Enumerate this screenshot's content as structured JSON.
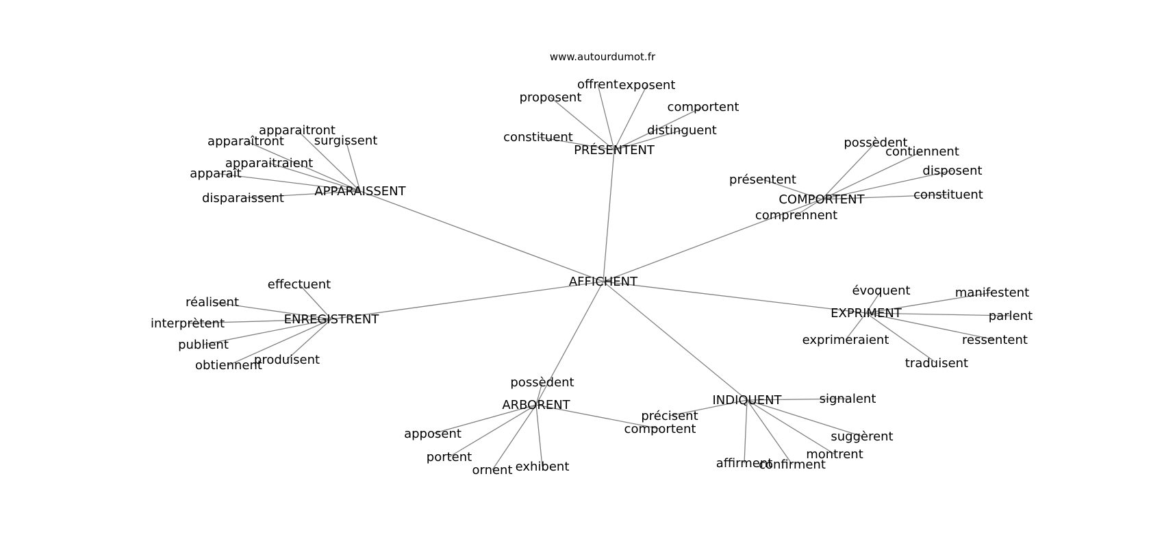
{
  "source": "www.autourdumot.fr",
  "center": "AFFICHENT",
  "clusters": [
    {
      "hub": "PRÉSENTENT",
      "leaves": [
        "proposent",
        "offrent",
        "exposent",
        "comportent",
        "distinguent",
        "constituent"
      ]
    },
    {
      "hub": "APPARAISSENT",
      "leaves": [
        "apparaitront",
        "apparaîtront",
        "surgissent",
        "apparaitraient",
        "apparaît",
        "disparaissent"
      ]
    },
    {
      "hub": "COMPORTENT",
      "leaves": [
        "possèdent",
        "contiennent",
        "disposent",
        "constituent",
        "présentent",
        "comprennent"
      ]
    },
    {
      "hub": "ENREGISTRENT",
      "leaves": [
        "effectuent",
        "réalisent",
        "interprètent",
        "publient",
        "obtiennent",
        "produisent"
      ]
    },
    {
      "hub": "EXPRIMENT",
      "leaves": [
        "évoquent",
        "manifestent",
        "parlent",
        "ressentent",
        "traduisent",
        "exprimeraient"
      ]
    },
    {
      "hub": "ARBORENT",
      "leaves": [
        "possèdent",
        "apposent",
        "portent",
        "ornent",
        "exhibent",
        "comportent"
      ]
    },
    {
      "hub": "INDIQUENT",
      "leaves": [
        "précisent",
        "signalent",
        "suggèrent",
        "montrent",
        "confirment",
        "affirment"
      ]
    }
  ]
}
